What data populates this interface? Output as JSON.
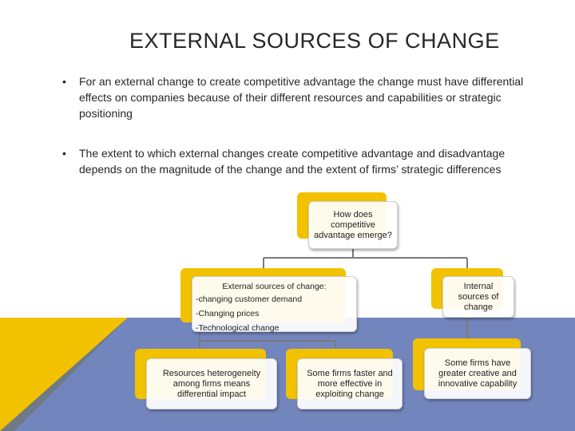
{
  "slide": {
    "title": "EXTERNAL SOURCES OF CHANGE",
    "bullet_marker": "•",
    "bullets": [
      "For an external change to create competitive advantage the change must have differential effects on companies because of their different resources and capabilities or strategic positioning",
      "The extent to which external changes create competitive advantage and disadvantage depends on the magnitude of the change and the extent of firms’ strategic differences"
    ]
  },
  "diagram": {
    "root": "How does competitive advantage emerge?",
    "external": {
      "heading": "External sources of change:",
      "items": [
        "-changing customer demand",
        "-Changing prices",
        "-Technological change"
      ]
    },
    "internal": "Internal sources of change",
    "leaf_resources": "Resources heterogeneity among firms means differential impact",
    "leaf_firms": "Some firms faster and more effective in exploiting change",
    "leaf_internal": "Some firms have greater creative and innovative capability"
  },
  "colors": {
    "accent_yellow": "#f2c200",
    "band_blue": "#7385bd",
    "band_gray": "#6e7b86",
    "connector": "#7a7a7a"
  }
}
